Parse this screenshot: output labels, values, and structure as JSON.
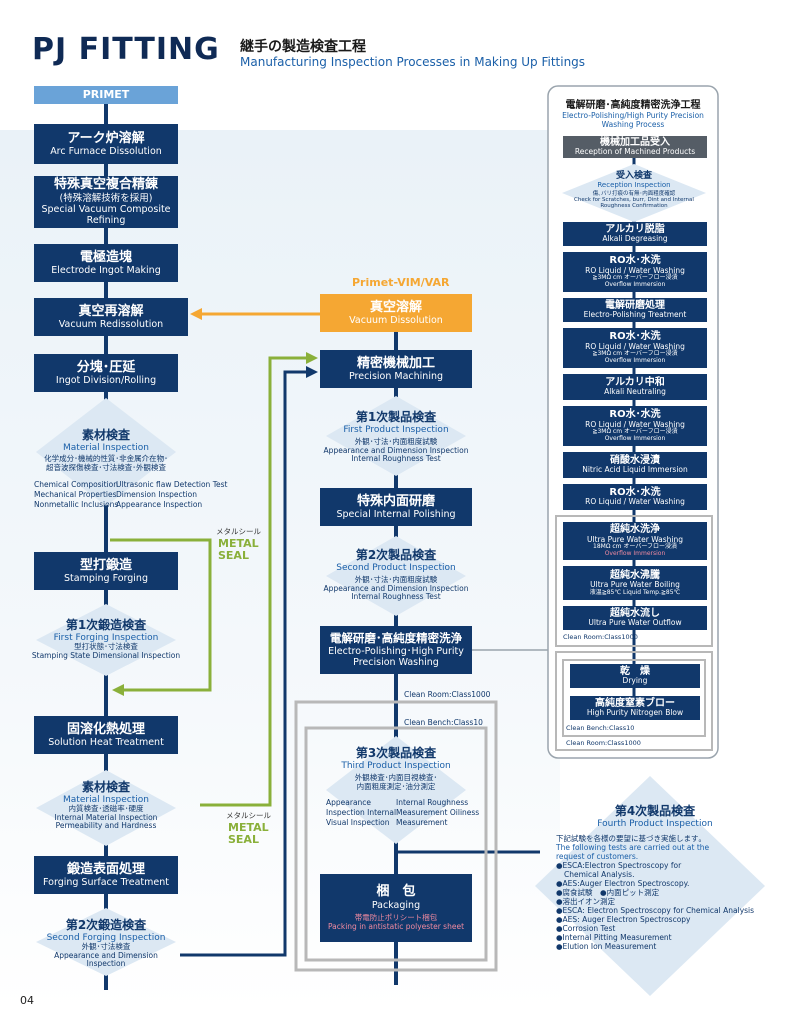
{
  "header": {
    "brand": "PJ FITTING",
    "title_jp": "継手の製造検査工程",
    "title_en": "Manufacturing Inspection Processes in Making Up Fittings"
  },
  "left_flow": {
    "primet": "PRIMET",
    "arc": {
      "jp": "アーク炉溶解",
      "en": "Arc Furnace Dissolution"
    },
    "svcr": {
      "jp": "特殊真空複合精錬",
      "jp2": "(特殊溶解技術を採用)",
      "en": "Special Vacuum Composite Refining"
    },
    "ingot": {
      "jp": "電極造塊",
      "en": "Electrode Ingot Making"
    },
    "redis": {
      "jp": "真空再溶解",
      "en": "Vacuum Redissolution"
    },
    "division": {
      "jp": "分塊･圧延",
      "en": "Ingot Division/Rolling"
    },
    "material1": {
      "jp": "素材検査",
      "en": "Material Inspection",
      "d1": "化学成分･機械的性質･非金属介在物･",
      "d2": "超音波探傷検査･寸法検査･外観検査"
    },
    "mat_items": [
      "Chemical Composition",
      "Ultrasonic flaw Detection Test",
      "Mechanical Properties",
      "Dimension Inspection",
      "Nonmetallic Inclusions",
      "Appearance Inspection"
    ],
    "stamping": {
      "jp": "型打鍛造",
      "en": "Stamping Forging"
    },
    "forge1": {
      "jp": "第1次鍛造検査",
      "en": "First Forging Inspection",
      "d1": "型打状態･寸法検査",
      "d2": "Stamping State Dimensional Inspection"
    },
    "solution": {
      "jp": "固溶化熱処理",
      "en": "Solution Heat Treatment"
    },
    "material2": {
      "jp": "素材検査",
      "en": "Material Inspection",
      "d1": "内質検査･透磁率･硬度",
      "d2": "Internal Material Inspection",
      "d3": "Permeability and Hardness"
    },
    "surface": {
      "jp": "鍛造表面処理",
      "en": "Forging Surface Treatment"
    },
    "forge2": {
      "jp": "第2次鍛造検査",
      "en": "Second Forging Inspection",
      "d1": "外観･寸法検査",
      "d2": "Appearance and Dimension",
      "d3": "Inspection"
    }
  },
  "seal": {
    "jp": "メタルシール",
    "en1": "METAL",
    "en2": "SEAL"
  },
  "mid_flow": {
    "vimvar": "Primet-VIM/VAR",
    "vacdis": {
      "jp": "真空溶解",
      "en": "Vacuum Dissolution"
    },
    "precision": {
      "jp": "精密機械加工",
      "en": "Precision Machining"
    },
    "prod1": {
      "jp": "第1次製品検査",
      "en": "First Product Inspection",
      "d1": "外観･寸法･内面粗度試験",
      "d2": "Appearance and Dimension Inspection",
      "d3": "Internal Roughness Test"
    },
    "polish": {
      "jp": "特殊内面研磨",
      "en": "Special Internal Polishing"
    },
    "prod2": {
      "jp": "第2次製品検査",
      "en": "Second Product Inspection",
      "d1": "外観･寸法･内面粗度試験",
      "d2": "Appearance and Dimension Inspection",
      "d3": "Internal Roughness Test"
    },
    "ep": {
      "jp": "電解研磨･高純度精密洗浄",
      "en1": "Electro-Polishing･High Purity",
      "en2": "Precision Washing"
    },
    "clean1000": "Clean Room:Class1000",
    "bench10": "Clean Bench:Class10",
    "prod3": {
      "jp": "第3次製品検査",
      "en": "Third Product Inspection",
      "d1": "外観検査･内面目視検査･",
      "d2": "内面粗度測定･油分測定",
      "items": [
        "Appearance",
        "Internal Roughness",
        "Inspection Internal",
        "Measurement Oiliness",
        "Visual Inspection",
        "Measurement"
      ]
    },
    "pack": {
      "jp": "梱　包",
      "en": "Packaging",
      "d1": "帯電防止ポリシート梱包",
      "d2": "Packing in antistatic polyester sheet"
    }
  },
  "right_flow": {
    "title_jp": "電解研磨･高純度精密洗浄工程",
    "title_en1": "Electro-Polishing/High Purity Precision",
    "title_en2": "Washing Process",
    "recv": {
      "jp": "機械加工品受入",
      "en": "Reception of Machined Products"
    },
    "accept": {
      "jp": "受入検査",
      "en": "Reception Inspection",
      "d1": "傷､バリ打痕の有無･内面粗度確認",
      "d2": "Check for Scratches, burr, Dint and Internal",
      "d3": "Roughness Confirmation"
    },
    "alkali1": {
      "jp": "アルカリ脱脂",
      "en": "Alkali Degreasing"
    },
    "ro1": {
      "jp": "RO水･水洗",
      "en": "RO Liquid / Water Washing",
      "s1": "≧3MΩ cm オーバーフロー浸漬",
      "s2": "Overflow Immersion"
    },
    "epol": {
      "jp": "電解研磨処理",
      "en": "Electro-Polishing Treatment"
    },
    "ro2": {
      "jp": "RO水･水洗",
      "en": "RO Liquid / Water Washing",
      "s1": "≧3MΩ cm オーバーフロー浸漬",
      "s2": "Overflow Immersion"
    },
    "alkali2": {
      "jp": "アルカリ中和",
      "en": "Alkali Neutraling"
    },
    "ro3": {
      "jp": "RO水･水洗",
      "en": "RO Liquid / Water Washing",
      "s1": "≧3MΩ cm オーバーフロー浸漬",
      "s2": "Overflow Immersion"
    },
    "nitric": {
      "jp": "硝酸水浸漬",
      "en": "Nitric Acid Liquid Immersion"
    },
    "ro4": {
      "jp": "RO水･水洗",
      "en": "RO Liquid / Water Washing"
    },
    "upw": {
      "jp": "超純水洗浄",
      "en": "Ultra Pure Water Washing",
      "s1": "18MΩ cm オーバーフロー浸漬",
      "s2": "Overflow Immersion"
    },
    "boil": {
      "jp": "超純水沸騰",
      "en": "Ultra Pure Water Boiling",
      "s1": "液温≧85℃  Liquid Temp.≧85℃"
    },
    "outflow": {
      "jp": "超純水流し",
      "en": "Ultra Pure Water Outflow"
    },
    "cr1000": "Clean Room:Class1000",
    "dry": {
      "jp": "乾　燥",
      "en": "Drying"
    },
    "blow": {
      "jp": "高純度窒素ブロー",
      "en": "High Purity Nitrogen Blow"
    },
    "bench10": "Clean Bench:Class10",
    "cr1000b": "Clean Room:Class1000"
  },
  "fourth": {
    "jp": "第4次製品検査",
    "en": "Fourth Product Inspection",
    "d1": "下記試験を各様の要望に基づき実施します｡",
    "d2": "The following tests are carried out at the",
    "d3": "request of customers.",
    "items": [
      "●ESCA:Electron Spectroscopy for",
      "Chemical Analysis.",
      "●AES:Auger Electron Spectroscopy.",
      "●腐食試験　●内面ピット測定",
      "●溶出イオン測定",
      "●ESCA: Electron Spectroscopy for Chemical Analysis",
      "●AES: Auger Electron Spectroscopy",
      "●Corrosion Test",
      "●Internal Pitting Measurement",
      "●Elution Ion Measurement"
    ]
  },
  "page": "04",
  "colors": {
    "navy": "#11386b",
    "orange": "#f5a733",
    "green": "#8ab03a",
    "primet": "#6aa3d8"
  }
}
